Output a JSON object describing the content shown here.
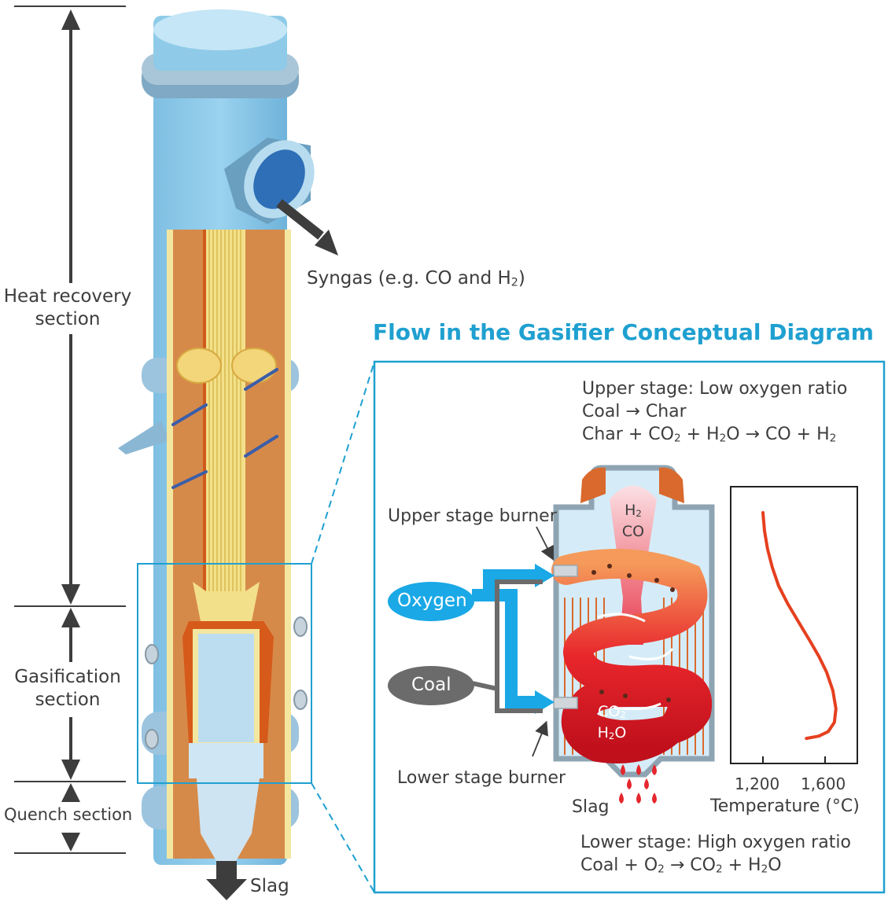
{
  "title": "Flow in the Gasifier Conceptual Diagram",
  "sections": {
    "heat_recovery": "Heat recovery\nsection",
    "gasification": "Gasification\nsection",
    "quench": "Quench section"
  },
  "outputs": {
    "syngas": "Syngas",
    "syngas_note_prefix": "(e.g. CO and H",
    "syngas_note_sub": "2",
    "syngas_note_suffix": ")",
    "slag_bottom": "Slag"
  },
  "upper_stage": {
    "line1": "Upper stage: Low oxygen ratio",
    "line2": "Coal → Char",
    "line3_a": "Char + CO",
    "line3_b": " + H",
    "line3_c": "O → CO + H",
    "sub2": "2"
  },
  "lower_stage": {
    "line1": "Lower stage: High oxygen ratio",
    "line2_a": "Coal + O",
    "line2_b": " → CO",
    "line2_c": " + H",
    "line2_d": "O",
    "sub2": "2"
  },
  "burners": {
    "upper": "Upper stage burner",
    "lower": "Lower stage burner"
  },
  "inputs": {
    "oxygen": "Oxygen",
    "coal": "Coal"
  },
  "inner_labels": {
    "h2_a": "H",
    "h2_sub": "2",
    "co": "CO",
    "co2_a": "CO",
    "co2_sub": "2",
    "h2o_a": "H",
    "h2o_sub": "2",
    "h2o_b": "O",
    "slag": "Slag"
  },
  "chart_data": {
    "type": "line",
    "xlabel": "Temperature (°C)",
    "ticks": [
      "1,200",
      "1,600"
    ],
    "tick_values": [
      1200,
      1600
    ],
    "xlim": [
      1000,
      1800
    ],
    "series": [
      {
        "x": [
          1200,
          1210,
          1230,
          1260,
          1300,
          1360,
          1430,
          1500,
          1560,
          1610,
          1650,
          1670,
          1660,
          1620,
          1560,
          1480
        ],
        "y": [
          1.0,
          0.92,
          0.84,
          0.76,
          0.68,
          0.6,
          0.52,
          0.44,
          0.37,
          0.3,
          0.22,
          0.14,
          0.08,
          0.04,
          0.02,
          0.01
        ]
      }
    ]
  },
  "colors": {
    "accent": "#1fa0d0",
    "vessel_blue": "#86c6e6",
    "refractory": "#d68a4a",
    "liner": "#f3e7a0",
    "oxygen": "#1aa8e6",
    "coal": "#6b6b6b",
    "flame_red": "#e5262c",
    "curve": "#e5401f"
  }
}
